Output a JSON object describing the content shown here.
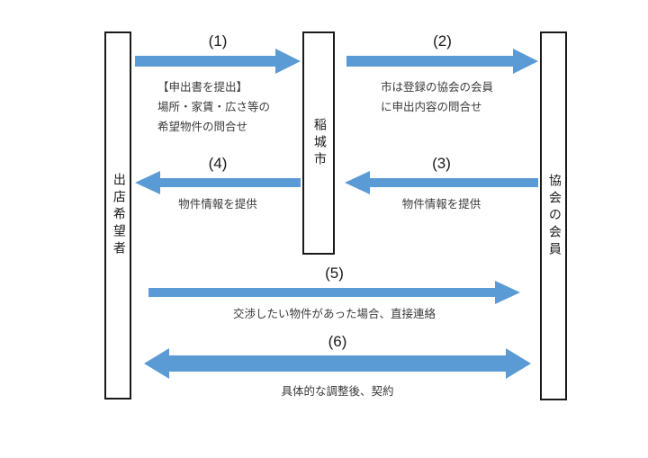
{
  "diagram": {
    "title_hidden": "",
    "colors": {
      "arrow_blue": "#5b9bd5",
      "box_border": "#1a1a1a",
      "background": "#ffffff",
      "text": "#1a1a1a"
    },
    "actors": [
      {
        "id": "applicant",
        "label": "出店希望者"
      },
      {
        "id": "city",
        "label": "稲城市"
      },
      {
        "id": "member",
        "label": "協会の会員"
      }
    ],
    "flows": [
      {
        "number": "(1)",
        "direction": "right",
        "from": "applicant",
        "to": "city",
        "caption": "【申出書を提出】\n場所・家賃・広さ等の\n希望物件の問合せ"
      },
      {
        "number": "(2)",
        "direction": "right",
        "from": "city",
        "to": "member",
        "caption": "市は登録の協会の会員\nに申出内容の問合せ"
      },
      {
        "number": "(3)",
        "direction": "left",
        "from": "member",
        "to": "city",
        "caption": "物件情報を提供"
      },
      {
        "number": "(4)",
        "direction": "left",
        "from": "city",
        "to": "applicant",
        "caption": "物件情報を提供"
      },
      {
        "number": "(5)",
        "direction": "right",
        "from": "applicant",
        "to": "member",
        "caption": "交渉したい物件があった場合、直接連絡"
      },
      {
        "number": "(6)",
        "direction": "both",
        "from": "applicant",
        "to": "member",
        "caption": "具体的な調整後、契約"
      }
    ]
  }
}
